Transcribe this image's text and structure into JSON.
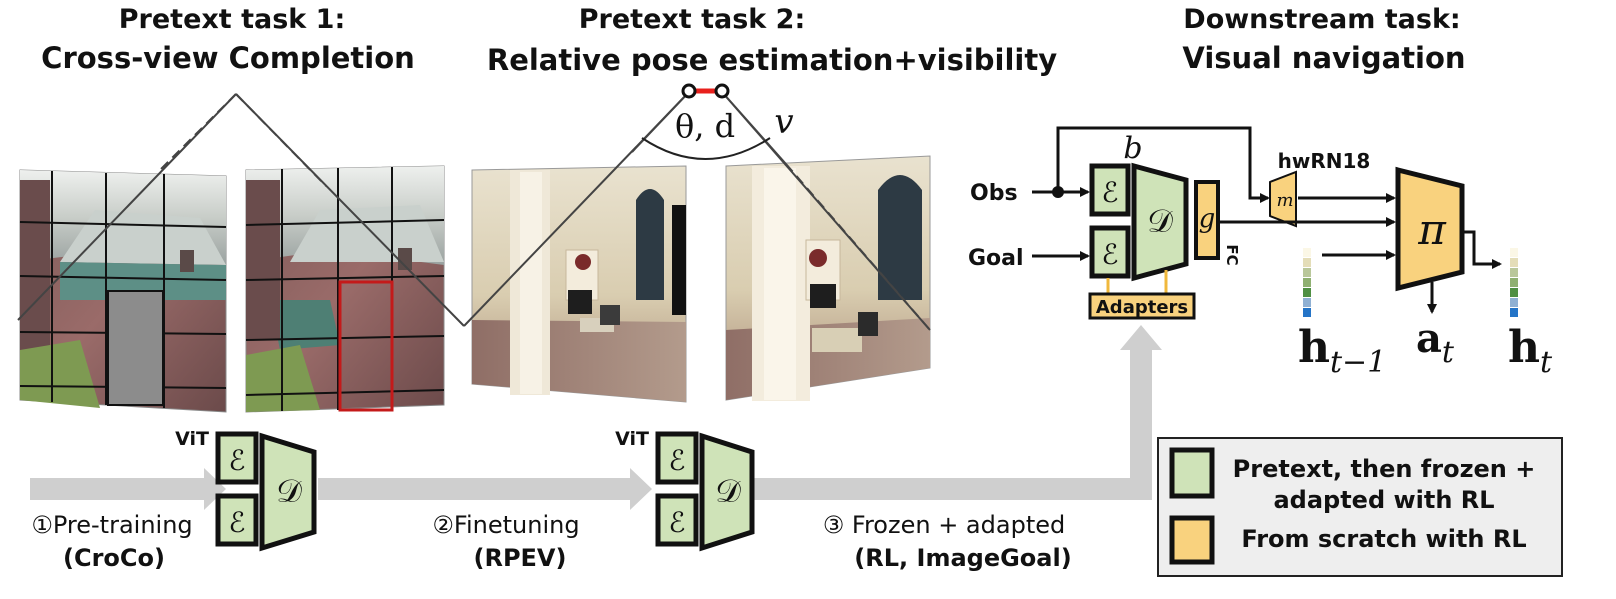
{
  "headers": {
    "task1_line1": "Pretext task 1:",
    "task1_line2": "Cross-view Completion",
    "task2_line1": "Pretext task 2:",
    "task2_line2": "Relative pose estimation+visibility",
    "task3_line1": "Downstream task:",
    "task3_line2": "Visual navigation"
  },
  "pose": {
    "theta_d": "θ, d",
    "v": "v"
  },
  "navigation": {
    "obs_label": "Obs",
    "goal_label": "Goal",
    "b_label": "b",
    "encoder_symbol": "ℰ",
    "decoder_symbol": "𝒟",
    "g_label": "g",
    "fc_label": "FC",
    "adapters_label": "Adapters",
    "m_label": "m",
    "hwrn_label": "hwRN18",
    "pi_label": "π",
    "h_prev": "h",
    "h_prev_sub": "t−1",
    "a_t": "a",
    "a_t_sub": "t",
    "h_t": "h",
    "h_t_sub": "t"
  },
  "pipeline": {
    "vit1": "ViT",
    "vit2": "ViT",
    "step1_line1": "①Pre-training",
    "step1_line2": "(CroCo)",
    "step2_line1": "②Finetuning",
    "step2_line2": "(RPEV)",
    "step3_line1": "③ Frozen + adapted",
    "step3_line2": "(RL, ImageGoal)"
  },
  "legend": {
    "green_line1": "Pretext, then frozen +",
    "green_line2": "adapted with RL",
    "orange_line1": "From scratch with RL"
  },
  "colors": {
    "pretext_green": "#cfe3b8",
    "scratch_orange": "#f9d27e",
    "arrow_gray": "#cfcfcf",
    "legend_bg": "#eeeeee",
    "pose_red": "#e8201c"
  }
}
